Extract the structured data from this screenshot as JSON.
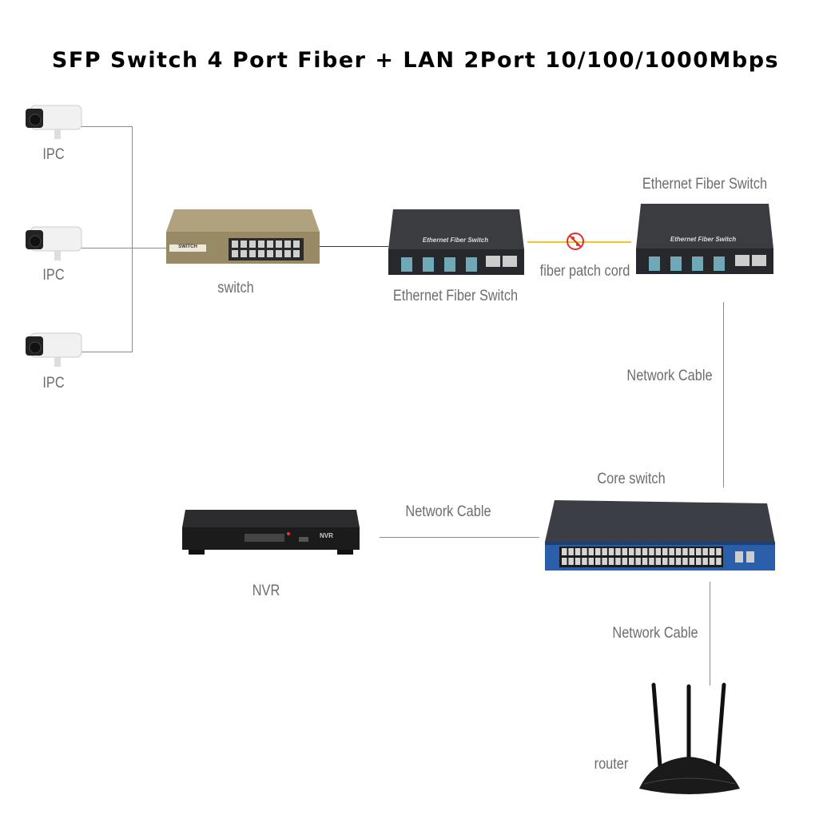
{
  "title": "SFP Switch 4 Port Fiber + LAN 2Port 10/100/1000Mbps",
  "labels": {
    "ipc": "IPC",
    "switch": "switch",
    "fiber_switch_1": "Ethernet Fiber Switch",
    "fiber_switch_2": "Ethernet Fiber Switch",
    "fiber_patch_cord": "fiber patch cord",
    "network_cable_1": "Network Cable",
    "core_switch": "Core switch",
    "network_cable_2": "Network Cable",
    "network_cable_3": "Network Cable",
    "nvr": "NVR",
    "router": "router"
  },
  "device_text": {
    "switch_badge": "SWITCH",
    "fiber_switch_face": "Ethernet Fiber Switch",
    "nvr_face": "NVR"
  },
  "colors": {
    "fiber": "#f2c52a",
    "fiber_icon": "#e0302a",
    "switch_body": "#9a8a66",
    "device_dark": "#2d2f33",
    "core_blue": "#2a5ea8"
  }
}
